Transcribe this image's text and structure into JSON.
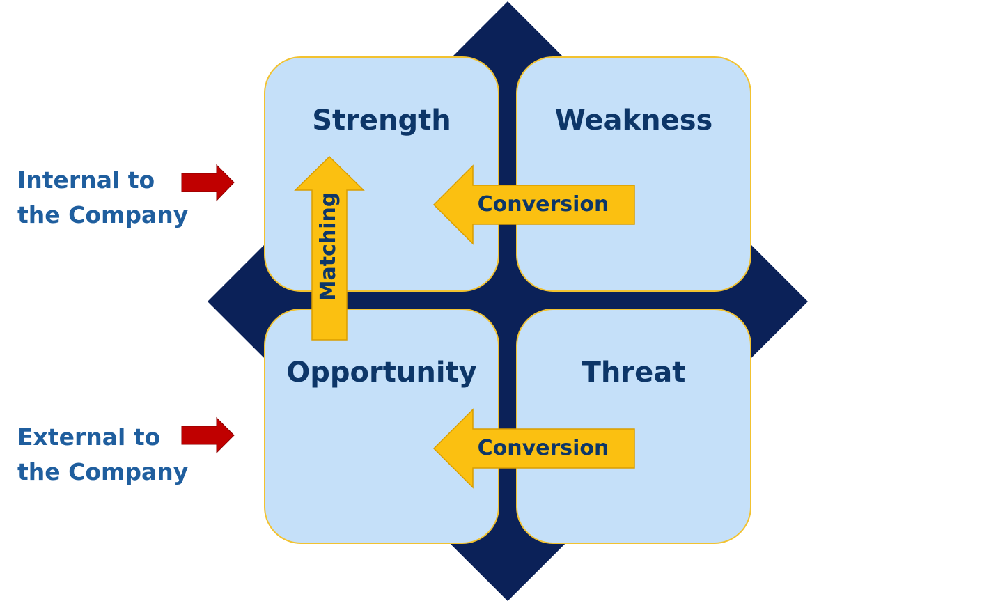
{
  "quadrants": {
    "strength": "Strength",
    "weakness": "Weakness",
    "opportunity": "Opportunity",
    "threat": "Threat"
  },
  "side_labels": {
    "internal": [
      "Internal to",
      "the Company"
    ],
    "external": [
      "External to",
      "the Company"
    ]
  },
  "arrows": {
    "conversion_top": "Conversion",
    "conversion_bottom": "Conversion",
    "matching": "Matching"
  },
  "colors": {
    "diamond": "#0b2158",
    "box_fill": "#c5e0f9",
    "box_border": "#f2c230",
    "arrow_fill": "#fbc011",
    "arrow_border": "#d99e00",
    "side_arrow": "#c00000",
    "side_text": "#1f5e9e",
    "title_text": "#0d3668"
  }
}
